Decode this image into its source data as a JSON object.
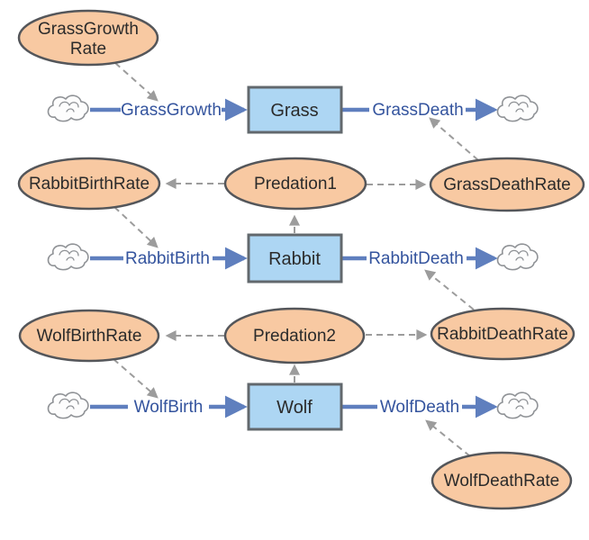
{
  "colors": {
    "background": "#FFFFFF",
    "stock_fill": "#ADD6F3",
    "stock_border": "#62686D",
    "variable_fill": "#F8C9A2",
    "variable_border": "#54565A",
    "flow": "#5F7FBE",
    "flow_label": "#34549E",
    "connector": "#9C9C9C",
    "node_text": "#2B2B2B",
    "cloud_fill": "#FDFDFD",
    "cloud_stroke": "#8F9296"
  },
  "icons": {
    "source_sink": "cloud-icon"
  },
  "stocks": [
    {
      "label": "Grass"
    },
    {
      "label": "Rabbit"
    },
    {
      "label": "Wolf"
    }
  ],
  "flows": [
    {
      "label": "GrassGrowth"
    },
    {
      "label": "GrassDeath"
    },
    {
      "label": "RabbitBirth"
    },
    {
      "label": "RabbitDeath"
    },
    {
      "label": "WolfBirth"
    },
    {
      "label": "WolfDeath"
    }
  ],
  "variables": [
    {
      "line1": "GrassGrowth",
      "line2": "Rate"
    },
    {
      "label": "RabbitBirthRate"
    },
    {
      "label": "Predation1"
    },
    {
      "label": "GrassDeathRate"
    },
    {
      "label": "WolfBirthRate"
    },
    {
      "label": "Predation2"
    },
    {
      "label": "RabbitDeathRate"
    },
    {
      "label": "WolfDeathRate"
    }
  ]
}
